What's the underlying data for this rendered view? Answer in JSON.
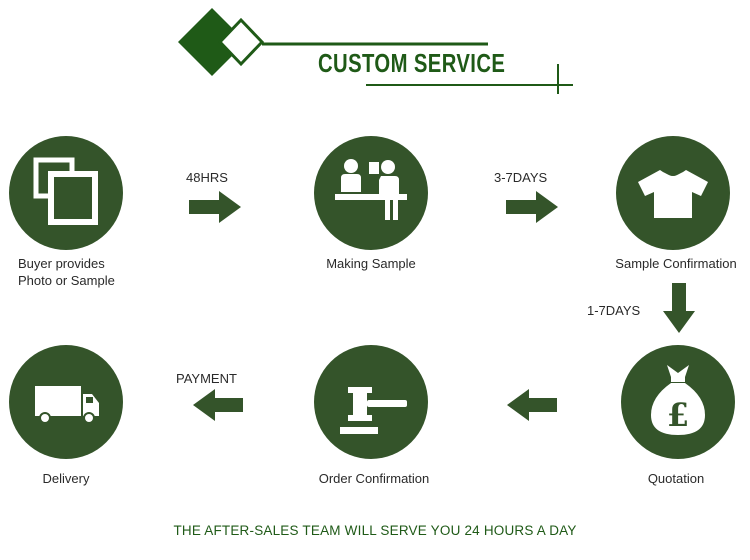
{
  "header": {
    "title": "CUSTOM SERVICE"
  },
  "steps": {
    "buyer": {
      "label_line1": "Buyer provides",
      "label_line2": "Photo or Sample"
    },
    "making": {
      "label": "Making Sample"
    },
    "confirmation": {
      "label": "Sample Confirmation"
    },
    "quotation": {
      "label": "Quotation"
    },
    "order": {
      "label": "Order Confirmation"
    },
    "delivery": {
      "label": "Delivery"
    }
  },
  "arrows": {
    "a1": "48HRS",
    "a2": "3-7DAYS",
    "a3": "1-7DAYS",
    "a5": "PAYMENT"
  },
  "footer": {
    "text": "THE AFTER-SALES TEAM WILL SERVE YOU 24 HOURS A DAY"
  },
  "colors": {
    "primary": "#34542a",
    "accent": "#1f5a17"
  },
  "icons": {
    "buyer": "photo-frames-icon",
    "making": "people-at-desk-icon",
    "confirmation": "tshirt-icon",
    "quotation": "money-bag-pound-icon",
    "order": "gavel-icon",
    "delivery": "truck-icon"
  }
}
